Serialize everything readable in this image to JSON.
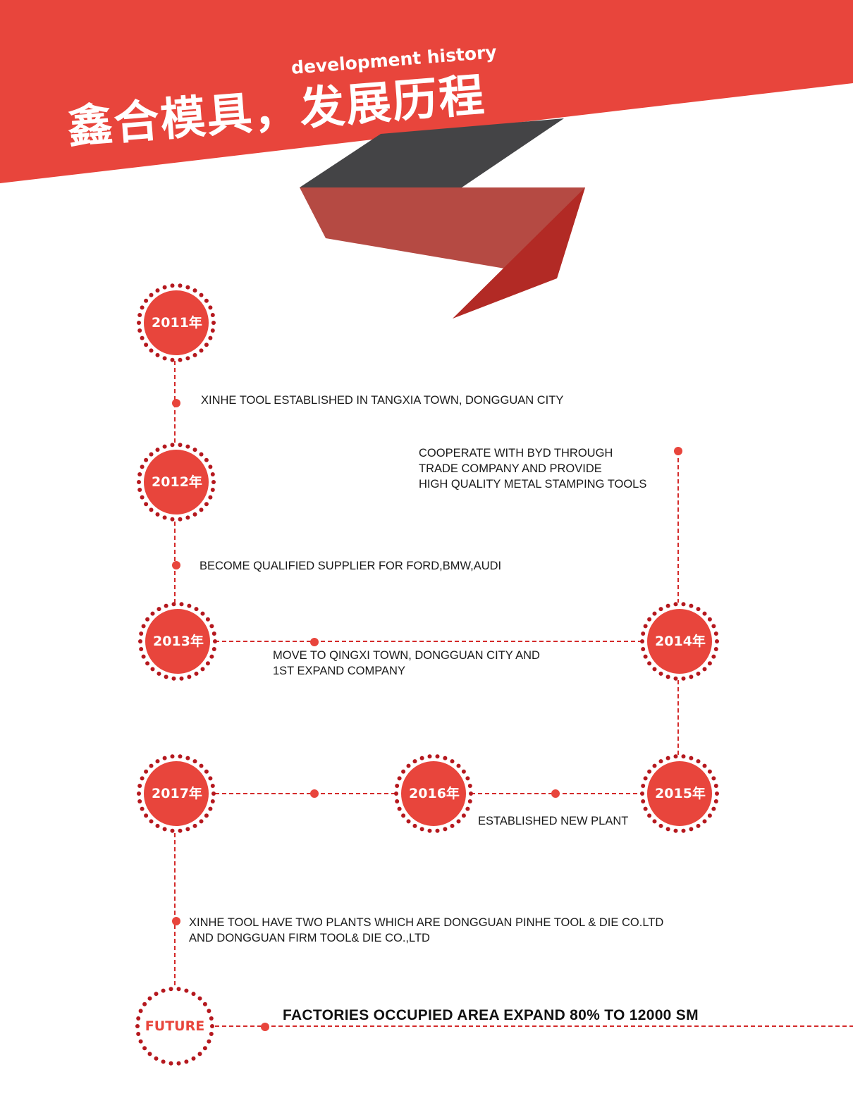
{
  "header": {
    "title_en": "development history",
    "title_cn": "鑫合模具，发展历程"
  },
  "colors": {
    "accent_red": "#e8453c",
    "dark_dots": "#b5181e",
    "ribbon_dark": "#444446",
    "ribbon_mid": "#b54a43",
    "ribbon_deep": "#b22a25"
  },
  "milestones": {
    "y2011": "2011年",
    "y2012": "2012年",
    "y2013": "2013年",
    "y2014": "2014年",
    "y2015": "2015年",
    "y2016": "2016年",
    "y2017": "2017年",
    "future": "FUTURE"
  },
  "events": {
    "e2011": "XINHE TOOL ESTABLISHED IN TANGXIA TOWN, DONGGUAN CITY",
    "e2012": "BECOME QUALIFIED SUPPLIER FOR FORD,BMW,AUDI",
    "e2013_line1": "MOVE TO QINGXI TOWN, DONGGUAN CITY AND",
    "e2013_line2": "1ST EXPAND COMPANY",
    "e2014_line1": "COOPERATE WITH BYD THROUGH",
    "e2014_line2": "TRADE COMPANY AND PROVIDE",
    "e2014_line3": "HIGH QUALITY METAL STAMPING TOOLS",
    "e2015": "ESTABLISHED NEW PLANT",
    "e2017_line1": "XINHE TOOL HAVE TWO PLANTS WHICH ARE DONGGUAN PINHE TOOL & DIE CO.LTD",
    "e2017_line2": "AND DONGGUAN FIRM TOOL& DIE CO.,LTD",
    "future": "FACTORIES OCCUPIED AREA EXPAND 80% TO 12000 SM"
  }
}
